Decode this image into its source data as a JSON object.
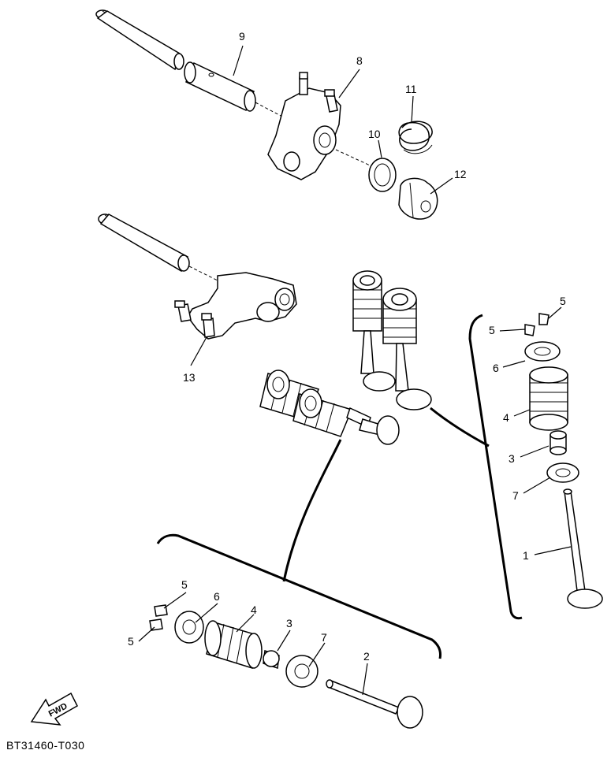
{
  "diagram": {
    "code": "BT31460-T030",
    "fwd_label": "FWD",
    "callouts": [
      "9",
      "8",
      "11",
      "10",
      "12",
      "13",
      "5",
      "5",
      "6",
      "4",
      "3",
      "7",
      "1",
      "5",
      "6",
      "4",
      "3",
      "7",
      "2",
      "5"
    ]
  }
}
